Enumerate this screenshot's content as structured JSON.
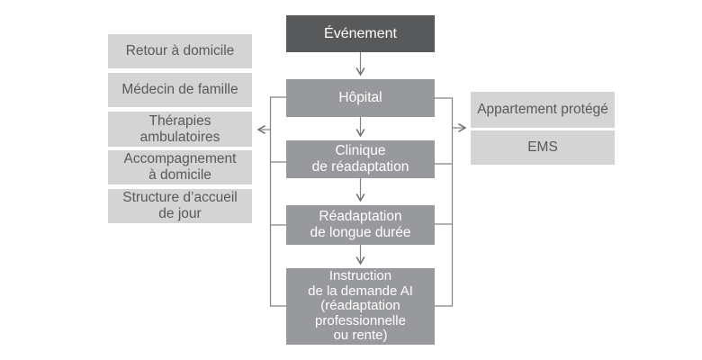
{
  "diagram": {
    "center_flow": [
      {
        "id": "evenement",
        "label": "Événement"
      },
      {
        "id": "hopital",
        "label": "Hôpital"
      },
      {
        "id": "clinique",
        "label": "Clinique\nde réadaptation"
      },
      {
        "id": "readaptation",
        "label": "Réadaptation\nde longue durée"
      },
      {
        "id": "instruction",
        "label": "Instruction\nde la demande AI\n(réadaptation\nprofessionnelle\nou rente)"
      }
    ],
    "left_options": [
      {
        "label": "Retour à domicile"
      },
      {
        "label": "Médecin de famille"
      },
      {
        "label": "Thérapies\nambulatoires"
      },
      {
        "label": "Accompagnement\nà domicile"
      },
      {
        "label": "Structure d’accueil\nde jour"
      }
    ],
    "right_options": [
      {
        "label": "Appartement protégé"
      },
      {
        "label": "EMS"
      }
    ]
  },
  "colors": {
    "event_box": "#58595b",
    "flow_box": "#98999c",
    "option_box": "#d4d4d5",
    "option_text": "#58595b",
    "flow_text": "#ffffff",
    "connector_line": "#808285",
    "arrowhead": "#6d6e71",
    "background": "#ffffff"
  }
}
